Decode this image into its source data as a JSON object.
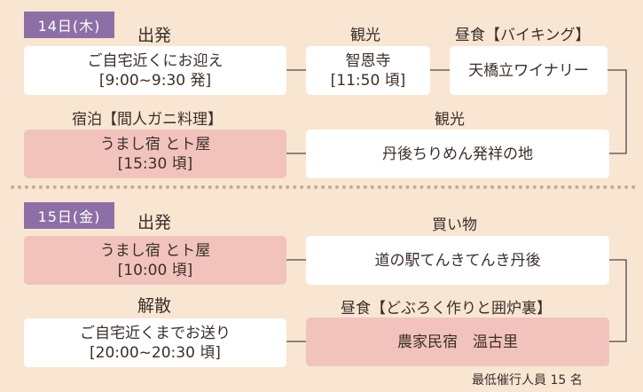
{
  "day1": {
    "tag": "14日(木)",
    "labels": {
      "departure": "出発",
      "sightseeing1": "観光",
      "lunch": "昼食【バイキング】",
      "stay": "宿泊【間人ガニ料理】",
      "sightseeing2": "観光"
    },
    "boxes": {
      "pickup_line1": "ご自宅近くにお迎え",
      "pickup_line2": "[9:00~9:30 発]",
      "temple_line1": "智恩寺",
      "temple_line2": "[11:50 頃]",
      "winery": "天橋立ワイナリー",
      "inn_line1": "うまし宿 とト屋",
      "inn_line2": "[15:30 頃]",
      "chirimen": "丹後ちりめん発祥の地"
    }
  },
  "day2": {
    "tag": "15日(金)",
    "labels": {
      "departure": "出発",
      "shopping": "買い物",
      "dismiss": "解散",
      "lunch": "昼食【どぶろく作りと囲炉裏】"
    },
    "boxes": {
      "inn_line1": "うまし宿 とト屋",
      "inn_line2": "[10:00 頃]",
      "michinoeki": "道の駅てんきてんき丹後",
      "dropoff_line1": "ご自宅近くまでお送り",
      "dropoff_line2": "[20:00~20:30 頃]",
      "farmhouse": "農家民宿　温古里"
    }
  },
  "note": "最低催行人員 15 名",
  "colors": {
    "background": "#f8e6d3",
    "tag": "#8d6fa6",
    "pink_box": "#f1c3bc",
    "white_box": "#ffffff",
    "connector": "#4a4a4a"
  }
}
